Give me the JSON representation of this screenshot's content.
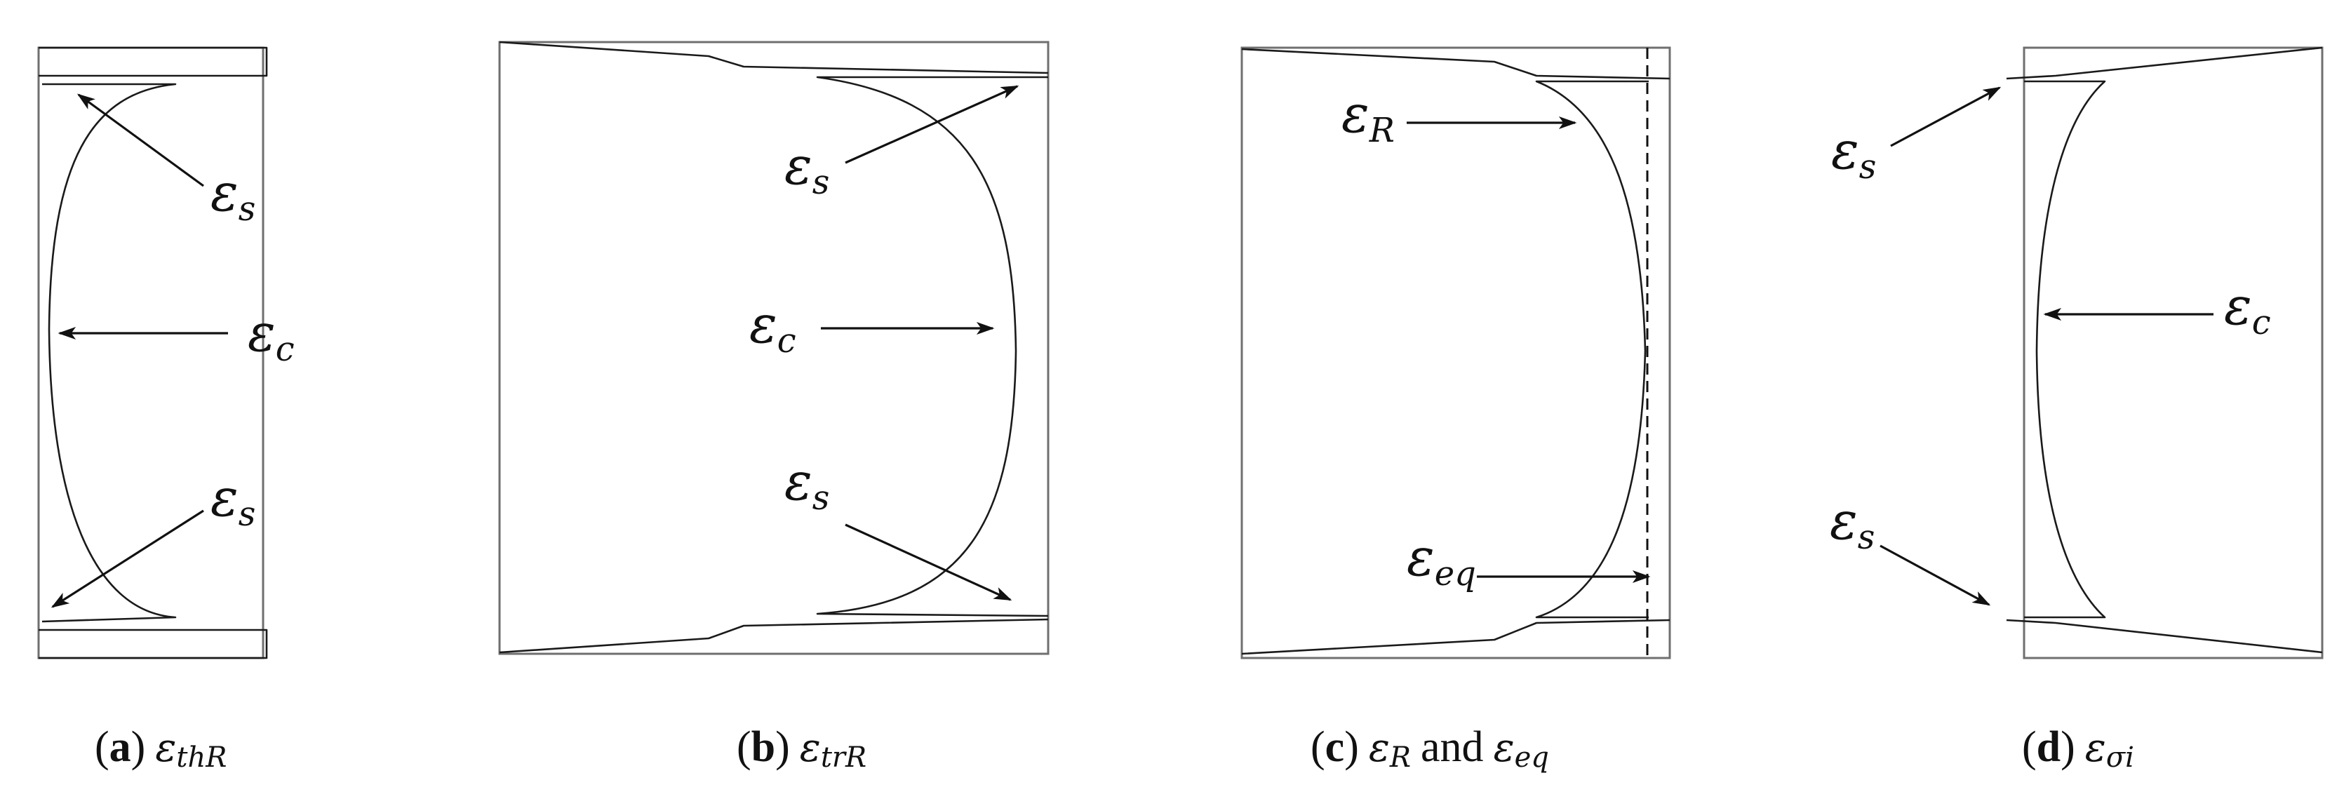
{
  "panels": [
    {
      "letter": "a",
      "caption_sub": "thR",
      "labels": [
        {
          "sub": "s"
        },
        {
          "sub": "c"
        },
        {
          "sub": "s"
        }
      ]
    },
    {
      "letter": "b",
      "caption_sub": "trR",
      "labels": [
        {
          "sub": "s"
        },
        {
          "sub": "c"
        },
        {
          "sub": "s"
        }
      ]
    },
    {
      "letter": "c",
      "caption_sub1": "R",
      "caption_and": "and",
      "caption_sub2": "eq",
      "labels": [
        {
          "sub": "R"
        },
        {
          "sub": "eq"
        }
      ]
    },
    {
      "letter": "d",
      "caption_sub": "σi",
      "labels": [
        {
          "sub": "s"
        },
        {
          "sub": "c"
        },
        {
          "sub": "s"
        }
      ]
    }
  ],
  "symbol": "ε",
  "paren_open": "(",
  "paren_close": ")"
}
